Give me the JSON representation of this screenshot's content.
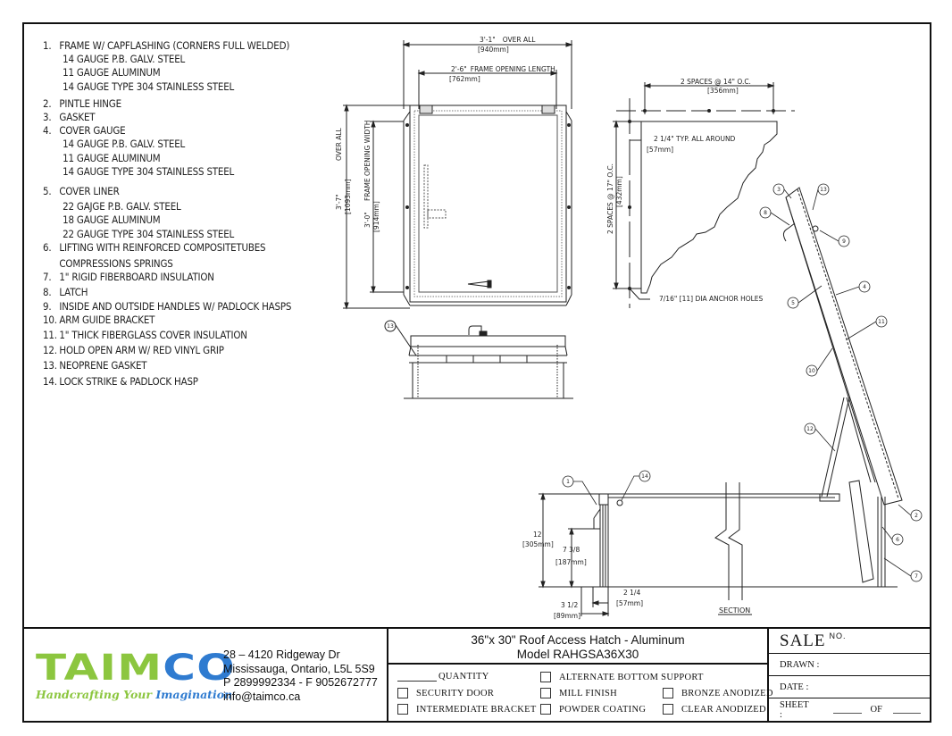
{
  "legend": {
    "items": [
      {
        "num": "1.",
        "label": "FRAME W/ CAPFLASHING (CORNERS FULL WELDED)",
        "sub": [
          "14 GAUGE P.B. GALV. STEEL",
          "11 GAUGE ALUMINUM",
          "14 GAUGE TYPE 304 STAINLESS STEEL"
        ]
      },
      {
        "num": "2.",
        "label": "PINTLE HINGE",
        "sub": []
      },
      {
        "num": "3.",
        "label": "GASKET",
        "sub": []
      },
      {
        "num": "4.",
        "label": "COVER GAUGE",
        "sub": [
          "14 GAUGE P.B. GALV. STEEL",
          "11 GAUGE ALUMINUM",
          "14 GAUGE TYPE 304 STAINLESS STEEL"
        ]
      },
      {
        "num": "5.",
        "label": "COVER LINER",
        "sub": [
          "22 GAJGE P.B. GALV. STEEL",
          "18 GAUGE ALUMINUM",
          "22 GAUGE TYPE 304 STAINLESS STEEL"
        ]
      },
      {
        "num": "6.",
        "label": "LIFTING WITH REINFORCED COMPOSITETUBES",
        "sub": [
          "COMPRESSIONS SPRINGS"
        ]
      },
      {
        "num": "7.",
        "label": "1\" RIGID FIBERBOARD INSULATION",
        "sub": []
      },
      {
        "num": "8.",
        "label": "LATCH",
        "sub": []
      },
      {
        "num": "9.",
        "label": "INSIDE AND OUTSIDE HANDLES W/ PADLOCK HASPS",
        "sub": []
      },
      {
        "num": "10.",
        "label": "ARM GUIDE BRACKET",
        "sub": []
      },
      {
        "num": "11.",
        "label": "1\" THICK FIBERGLASS COVER INSULATION",
        "sub": []
      },
      {
        "num": "12.",
        "label": "HOLD OPEN ARM W/ RED VINYL GRIP",
        "sub": []
      },
      {
        "num": "13.",
        "label": "NEOPRENE GASKET",
        "sub": []
      },
      {
        "num": "14.",
        "label": "LOCK STRIKE & PADLOCK HASP",
        "sub": []
      }
    ]
  },
  "plan_view": {
    "overall_width": "3'-1\"",
    "overall_width_label": "OVER ALL",
    "overall_width_mm": "[940mm]",
    "opening_length": "2'-6\"",
    "opening_length_label": "FRAME OPENING LENGTH",
    "opening_length_mm": "[762mm]",
    "overall_height": "3'-7\"",
    "overall_height_label": "OVER ALL",
    "overall_height_mm": "[1093mm]",
    "opening_width": "3'-0\"",
    "opening_width_label": "FRAME OPENING WIDTH",
    "opening_width_mm": "[914mm]"
  },
  "elevation_view": {
    "callout": "13"
  },
  "anchor_detail": {
    "spacing_top": "2 SPACES @ 14\" O.C.",
    "spacing_top_mm": "[356mm]",
    "edge": "2 1/4\" TYP. ALL AROUND",
    "edge_mm": "[57mm]",
    "spacing_side": "2 SPACES @ 17\" O.C.",
    "spacing_side_mm": "[432mm]",
    "holes": "7/16\" [11] DIA ANCHOR HOLES"
  },
  "section": {
    "label": "SECTION",
    "height": "12",
    "height_mm": "[305mm]",
    "inner_height": "7 3/8",
    "inner_height_mm": "[187mm]",
    "flange": "2 1/4",
    "flange_mm": "[57mm]",
    "base": "3 1/2",
    "base_mm": "[89mm]",
    "callouts": [
      "1",
      "14",
      "2",
      "6",
      "7",
      "12",
      "3",
      "13",
      "8",
      "9",
      "4",
      "5",
      "11",
      "10"
    ]
  },
  "title_block": {
    "company": {
      "logo_green": "TAIM",
      "logo_blue": "CO",
      "tagline_green": "Handcrafting Your ",
      "tagline_blue": "Imagination",
      "address_line1": "28 – 4120 Ridgeway Dr",
      "address_line2": "Mississauga, Ontario, L5L 5S9",
      "phone_fax": "P 2899992334 - F 9052672777",
      "email": "info@taimco.ca"
    },
    "title_line1": "36\"x 30\" Roof Access Hatch - Aluminum",
    "title_line2": "Model RAHGSA36X30",
    "options": {
      "quantity": "QUANTITY",
      "alternate_bottom_support": "ALTERNATE BOTTOM SUPPORT",
      "security_door": "SECURITY DOOR",
      "mill_finish": "MILL FINISH",
      "bronze_anodized": "BRONZE ANODIZED",
      "intermediate_bracket": "INTERMEDIATE BRACKET",
      "powder_coating": "POWDER COATING",
      "clear_anodized": "CLEAR ANODIZED"
    },
    "sale_label": "SALE",
    "sale_no": "NO.",
    "drawn_label": "DRAWN :",
    "date_label": "DATE :",
    "sheet_label": "SHEET :",
    "of_label": "OF"
  }
}
